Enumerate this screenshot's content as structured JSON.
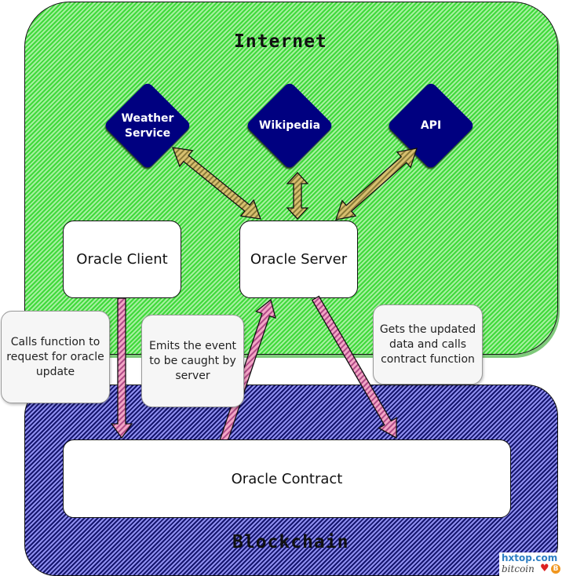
{
  "regions": {
    "internet": {
      "label": "Internet",
      "color": "#3fd93a"
    },
    "blockchain": {
      "label": "Blockchain",
      "color": "#15156e"
    }
  },
  "external_sources": [
    {
      "label_line1": "Weather",
      "label_line2": "Service"
    },
    {
      "label_line1": "Wikipedia",
      "label_line2": ""
    },
    {
      "label_line1": "API",
      "label_line2": ""
    }
  ],
  "nodes": {
    "oracle_client": "Oracle Client",
    "oracle_server": "Oracle Server",
    "oracle_contract": "Oracle Contract"
  },
  "notes": {
    "calls": "Calls function to request for oracle update",
    "emits": "Emits the event to be caught by server",
    "gets": "Gets the updated data and calls contract function"
  },
  "connections": [
    {
      "from": "Oracle Server",
      "to": "Weather Service",
      "direction": "bidirectional"
    },
    {
      "from": "Oracle Server",
      "to": "Wikipedia",
      "direction": "bidirectional"
    },
    {
      "from": "Oracle Server",
      "to": "API",
      "direction": "bidirectional"
    },
    {
      "from": "Oracle Client",
      "to": "Oracle Contract",
      "direction": "forward",
      "note": "calls"
    },
    {
      "from": "Oracle Contract",
      "to": "Oracle Server",
      "direction": "forward",
      "note": "emits"
    },
    {
      "from": "Oracle Server",
      "to": "Oracle Contract",
      "direction": "forward",
      "note": "gets"
    }
  ],
  "colors": {
    "diamond_fill": "#000080",
    "internet_arrow": "#c8b060",
    "chain_arrow": "#e08ab0"
  },
  "watermark": {
    "site": "hxtop.com",
    "brand": "bitcoin",
    "heart": "♥",
    "coin": "B"
  }
}
